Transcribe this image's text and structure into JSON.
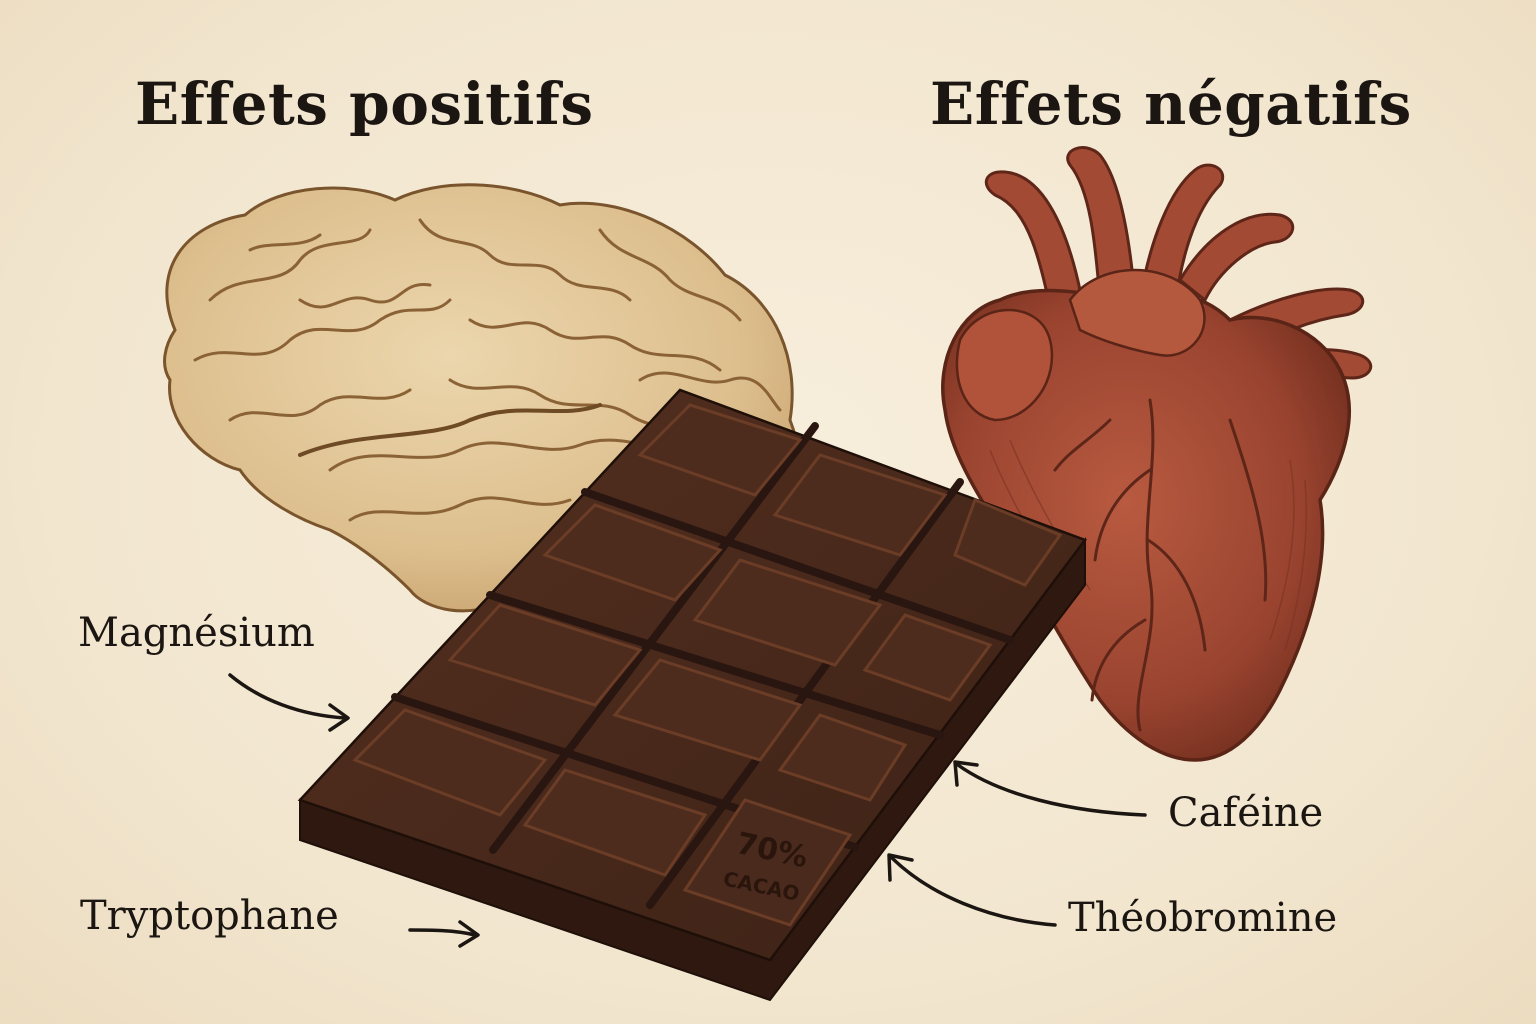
{
  "headings": {
    "positive": "Effets positifs",
    "negative": "Effets négatifs"
  },
  "labels": {
    "magnesium": "Magnésium",
    "tryptophan": "Tryptophane",
    "caffeine": "Caféine",
    "theobromine": "Théobromine"
  },
  "bar_stamp": {
    "percent": "70%",
    "word": "CACAO"
  },
  "colors": {
    "background": "#f3e8d2",
    "brain": "#e2c79a",
    "brain_lines": "#8a6235",
    "heart": "#a24a34",
    "heart_shadow": "#6e2c1c",
    "chocolate": "#4a2a1c",
    "chocolate_dark": "#2e1810",
    "ink": "#1c1612"
  },
  "illustrations": [
    "brain-illustration",
    "heart-illustration",
    "chocolate-bar-illustration"
  ]
}
